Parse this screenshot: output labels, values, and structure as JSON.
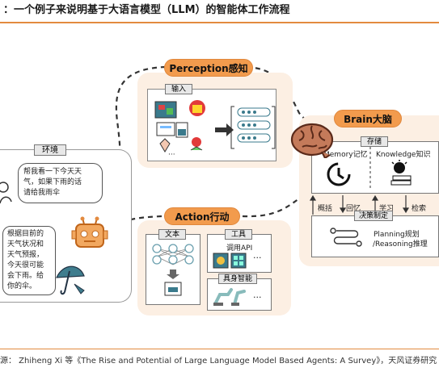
{
  "header": {
    "title": "：一个例子来说明基于大语言模型（LLM）的智能体工作流程"
  },
  "perception": {
    "label": "Perception感知",
    "input_label": "输入"
  },
  "brain": {
    "label": "Brain大脑",
    "storage_label": "存储",
    "memory": "Memory记忆",
    "knowledge": "Knowledge知识",
    "summarize": "概括",
    "recall": "回忆",
    "learn": "学习",
    "retrieve": "检索",
    "decision_label": "决策制定",
    "planning_line1": "Planning规划",
    "planning_line2": "/Reasoning推理"
  },
  "action": {
    "label": "Action行动",
    "text_label": "文本",
    "tools_label": "工具",
    "call_api": "调用API",
    "embodied_label": "具身智能",
    "ellipsis": "···"
  },
  "environment": {
    "label": "环境",
    "user_bubble": [
      "帮我看一下今天天",
      "气，如果下雨的话",
      "请给我雨伞"
    ],
    "agent_bubble": [
      "根据目前的",
      "天气状况和",
      "天气预报，",
      "今天很可能",
      "会下雨。给",
      "你的伞。"
    ]
  },
  "footer": {
    "source": "源：  Zhiheng Xi 等《The Rise and Potential of Large Language Model Based Agents: A Survey》，天风证券研究"
  },
  "colors": {
    "accent": "#f29b4d",
    "panel": "#fcefe3",
    "rule": "#e38a3f"
  }
}
